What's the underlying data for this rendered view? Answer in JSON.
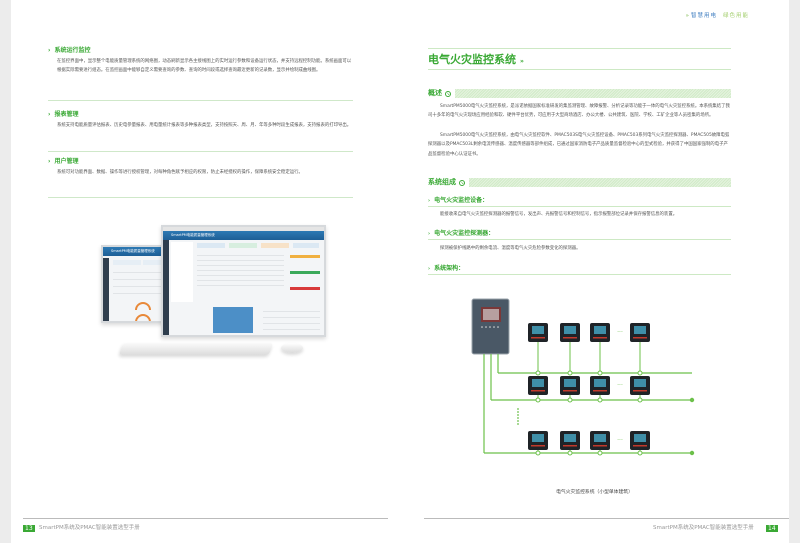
{
  "left_page": {
    "features": [
      {
        "title": "系统运行监控",
        "text": "在监控界面中，显示整个电能质量管理系统的网络图，动态刷新显示各主接线图上的实时运行参数和设备运行状态，并支持远程控制功能。系统画面可以根据实际需要进行组态。在监控画面中能够自定义需要查询的参数、查询的时间段或选择查询最近更新的记录数，显示并绘制成曲线图。"
      },
      {
        "title": "报表管理",
        "text": "系统支持电能质量评估报表、历史电参量报表、用电量统计报表等多种报表类型，支持按照天、周、月、年等多种时段生成报表，支持报表的打印导出。"
      },
      {
        "title": "用户管理",
        "text": "系统可对功能界面、数据、操作等进行授权管理，对每种角色赋予相应的权限，防止未经授权的操作，保障系统安全稳定运行。"
      }
    ],
    "screenshot": {
      "app_title_back": "SmartPM电能质量管理系统",
      "app_title_front": "SmartPM电能质量管理系统"
    },
    "footer": {
      "page_number": "13",
      "text": "SmartPM系统及PMAC智能装置选型手册"
    }
  },
  "right_page": {
    "brand": {
      "arrows": "»",
      "part1": "智慧用电",
      "part2": "绿色用能"
    },
    "title": "电气火灾监控系统",
    "title_arrow": "»",
    "overview": {
      "heading": "概述",
      "paragraphs": [
        "SmartPM5000电气火灾监控系统，是派诺依据国家标准研发的集监测管理、故障报警、分析记录等功能于一体的电气火灾监控系统。本系统集结了我司十多年的电气火灾现场应用经验和软、硬件平台优势，可应用于大型商场酒店、办公大楼、公共建筑、医院、学校、工矿企业等人员密集的场所。",
        "SmartPM5000电气火灾监控系统，由电气火灾监控软件、PMAC503S电气火灾监控设备、PMAC503系列电气火灾监控探测器、PMAC505故障电弧探测器以及PMAC503L剩余电流传感器、温度传感器等部件组成，已通过国家消防电子产品质量监督检验中心的型式检验，并获得了中国国家强制的电子产品监督检验中心认证证书。"
      ]
    },
    "composition": {
      "heading": "系统组成",
      "items": [
        {
          "title": "电气火灾监控设备：",
          "text": "能接收来自电气火灾监控探测器的报警信号，发出声、光报警信号和控制信号，指示报警部位记录并保存报警信息的装置。"
        },
        {
          "title": "电气火灾监控探测器：",
          "text": "探测被保护线路中的剩余电流、温度等电气火灾危险参数变化的探测器。"
        },
        {
          "title": "系统架构：",
          "text": ""
        }
      ]
    },
    "diagram": {
      "caption": "电气火灾监控系统（小型单体建筑）",
      "ellipsis": "···",
      "line_color": "#6cc04a"
    },
    "footer": {
      "page_number": "14",
      "text": "SmartPM系统及PMAC智能装置选型手册"
    }
  }
}
